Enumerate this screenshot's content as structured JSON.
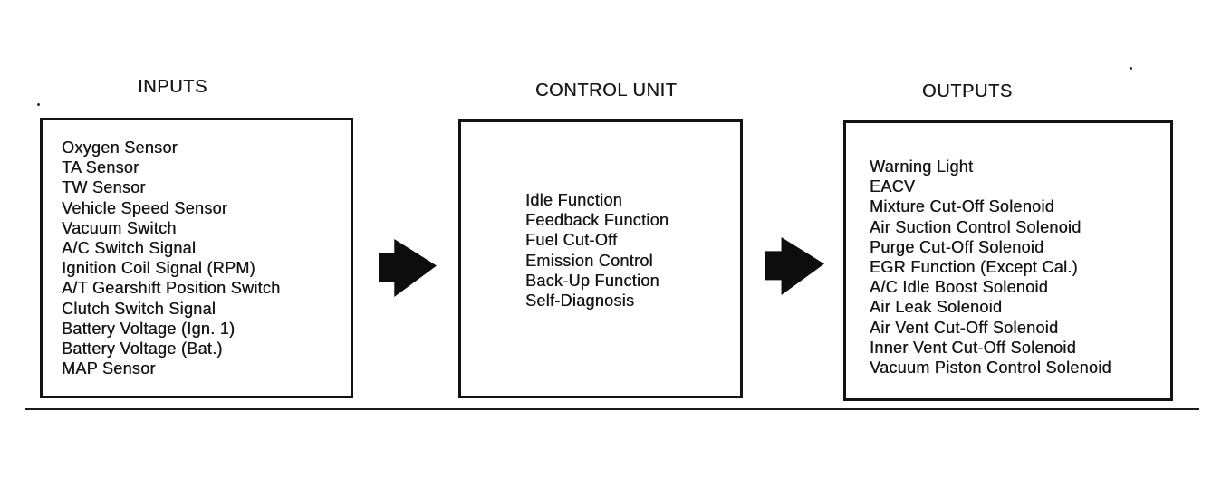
{
  "colors": {
    "ink": "#161616",
    "background": "#ffffff"
  },
  "sections": {
    "inputs": {
      "title": "INPUTS",
      "items": [
        "Oxygen Sensor",
        "TA Sensor",
        "TW Sensor",
        "Vehicle Speed Sensor",
        "Vacuum Switch",
        "A/C Switch Signal",
        "Ignition Coil Signal (RPM)",
        "A/T Gearshift Position Switch",
        "Clutch Switch Signal",
        "Battery Voltage (Ign. 1)",
        "Battery Voltage (Bat.)",
        "MAP Sensor"
      ]
    },
    "control_unit": {
      "title": "CONTROL UNIT",
      "items": [
        "Idle Function",
        "Feedback Function",
        "Fuel Cut-Off",
        "Emission Control",
        "Back-Up Function",
        "Self-Diagnosis"
      ]
    },
    "outputs": {
      "title": "OUTPUTS",
      "items": [
        "Warning Light",
        "EACV",
        "Mixture Cut-Off Solenoid",
        "Air Suction Control Solenoid",
        "Purge Cut-Off Solenoid",
        "EGR Function (Except Cal.)",
        "A/C Idle Boost Solenoid",
        "Air Leak Solenoid",
        "Air Vent Cut-Off Solenoid",
        "Inner Vent Cut-Off Solenoid",
        "Vacuum Piston Control Solenoid"
      ]
    }
  }
}
